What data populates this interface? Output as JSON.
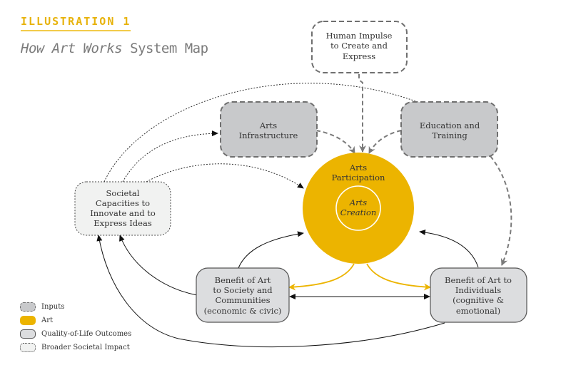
{
  "header": {
    "eyebrow": "ILLUSTRATION 1",
    "title_italic": "How Art Works",
    "title_rest": " System Map"
  },
  "colors": {
    "accent_gold": "#ecb400",
    "eyebrow_gold": "#e7b20a",
    "inputs_fill": "#c8c9cb",
    "outcomes_fill": "#dcdddf",
    "societal_fill": "#f1f2f1",
    "title_gray": "#7b7b7b"
  },
  "nodes": {
    "human_impulse": {
      "lines": [
        "Human Impulse",
        "to Create and",
        "Express"
      ],
      "category": "inputs"
    },
    "arts_infrastructure": {
      "lines": [
        "Arts",
        "Infrastructure"
      ],
      "category": "inputs"
    },
    "education_training": {
      "lines": [
        "Education and",
        "Training"
      ],
      "category": "inputs"
    },
    "arts_participation": {
      "lines": [
        "Arts",
        "Participation"
      ],
      "category": "art"
    },
    "arts_creation": {
      "lines": [
        "Arts",
        "Creation"
      ],
      "category": "art"
    },
    "societal_capacities": {
      "lines": [
        "Societal",
        "Capacities to",
        "Innovate and to",
        "Express Ideas"
      ],
      "category": "broader_societal_impact"
    },
    "benefit_society": {
      "lines": [
        "Benefit of Art",
        "to Society and",
        "Communities",
        "(economic & civic)"
      ],
      "category": "quality_of_life"
    },
    "benefit_individuals": {
      "lines": [
        "Benefit of Art to",
        "Individuals",
        "(cognitive &",
        "emotional)"
      ],
      "category": "quality_of_life"
    }
  },
  "edges": [
    {
      "from": "human_impulse",
      "to": "arts_participation",
      "style": "dashed-gray"
    },
    {
      "from": "arts_infrastructure",
      "to": "arts_participation",
      "style": "dashed-gray"
    },
    {
      "from": "education_training",
      "to": "arts_participation",
      "style": "dashed-gray"
    },
    {
      "from": "education_training",
      "to": "benefit_individuals",
      "style": "dashed-gray"
    },
    {
      "from": "societal_capacities",
      "to": "education_training",
      "style": "dotted"
    },
    {
      "from": "societal_capacities",
      "to": "arts_infrastructure",
      "style": "dotted"
    },
    {
      "from": "societal_capacities",
      "to": "arts_participation",
      "style": "dotted"
    },
    {
      "from": "arts_participation",
      "to": "benefit_society",
      "style": "gold"
    },
    {
      "from": "arts_participation",
      "to": "benefit_individuals",
      "style": "gold"
    },
    {
      "from": "benefit_society",
      "to": "benefit_individuals",
      "style": "solid-bidirectional"
    },
    {
      "from": "benefit_society",
      "to": "arts_participation",
      "style": "solid"
    },
    {
      "from": "benefit_individuals",
      "to": "arts_participation",
      "style": "solid"
    },
    {
      "from": "benefit_society",
      "to": "societal_capacities",
      "style": "solid"
    },
    {
      "from": "benefit_individuals",
      "to": "societal_capacities",
      "style": "solid"
    }
  ],
  "legend": [
    {
      "key": "inputs",
      "label": "Inputs"
    },
    {
      "key": "art",
      "label": "Art"
    },
    {
      "key": "qol",
      "label": "Quality-of-Life Outcomes"
    },
    {
      "key": "broad",
      "label": "Broader Societal Impact"
    }
  ]
}
